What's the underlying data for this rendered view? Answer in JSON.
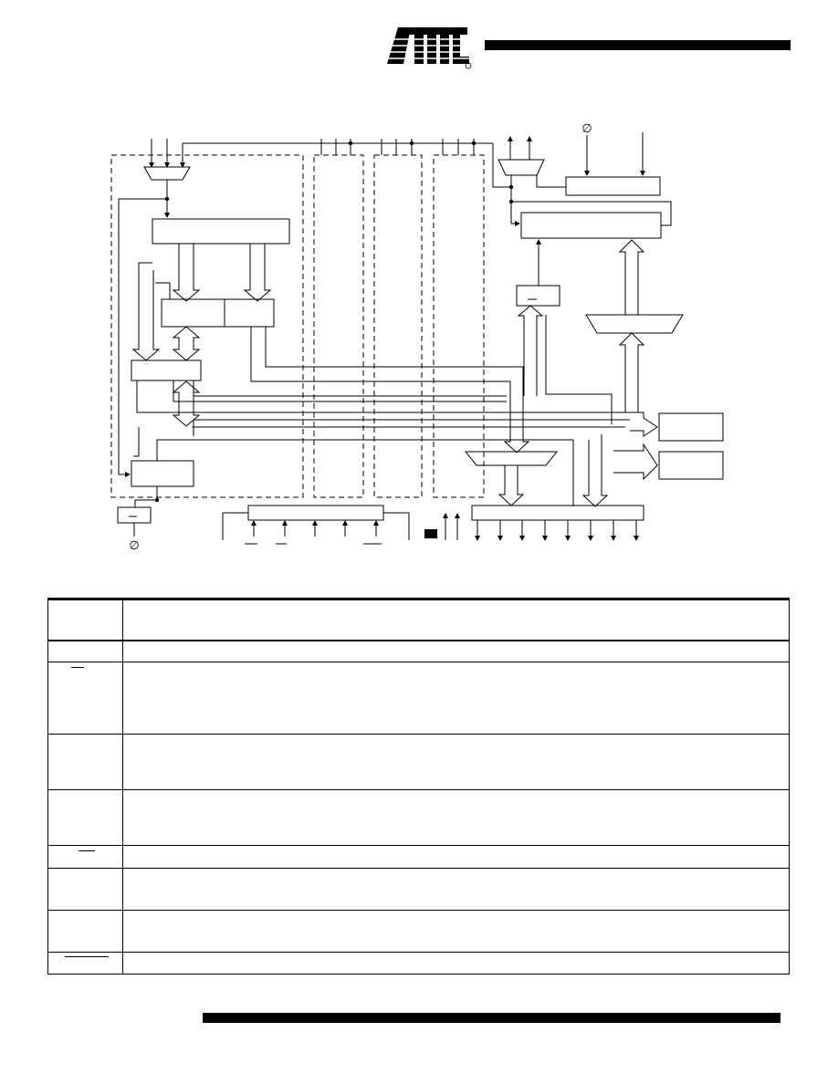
{
  "header": {
    "logo_text": "ATMEL",
    "logo_mark": "registered-mark",
    "accent_color": "#000000"
  },
  "diagram": {
    "phi_symbol": "∅"
  },
  "table": {
    "row_count": 8
  }
}
